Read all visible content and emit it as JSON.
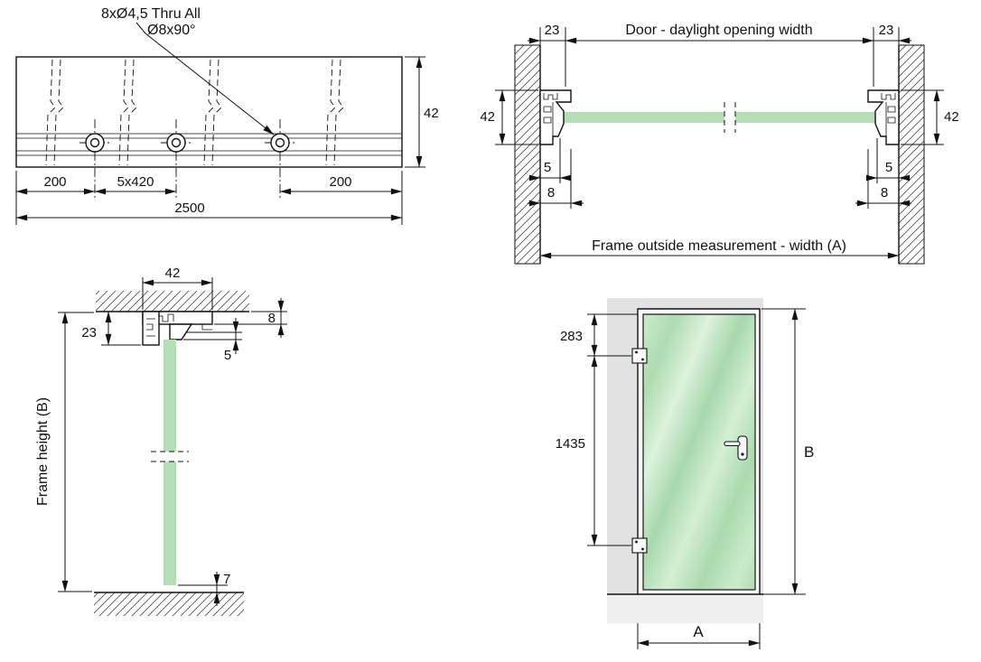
{
  "drawing": {
    "colors": {
      "glass": "#b5deb5",
      "wall_gray": "#e2e2e2",
      "floor_gray": "#efefef",
      "line": "#111111"
    },
    "rail_view": {
      "note_line1": "8xØ4,5 Thru All",
      "note_line2": "Ø8x90°",
      "dim_profile_width": "42",
      "dim_end_left": "200",
      "dim_hole_spacing": "5x420",
      "dim_end_right": "200",
      "dim_total_length": "2500"
    },
    "plan_view": {
      "dim_frame_left": "23",
      "label_daylight": "Door - daylight opening width",
      "dim_frame_right": "23",
      "dim_depth_left": "42",
      "dim_depth_right": "42",
      "dim_glass_offset_left": "5",
      "dim_glass_offset_right": "5",
      "dim_reveal_left": "8",
      "dim_reveal_right": "8",
      "label_frame_width": "Frame outside measurement - width (A)"
    },
    "section_view": {
      "dim_profile_width": "42",
      "dim_top_thickness": "8",
      "dim_glass_gap": "5",
      "dim_drop": "23",
      "dim_floor_gap": "7",
      "label_frame_height": "Frame height (B)"
    },
    "elevation_view": {
      "dim_top_hinge": "283",
      "dim_hinge_spacing": "1435",
      "label_height": "B",
      "label_width": "A"
    }
  }
}
